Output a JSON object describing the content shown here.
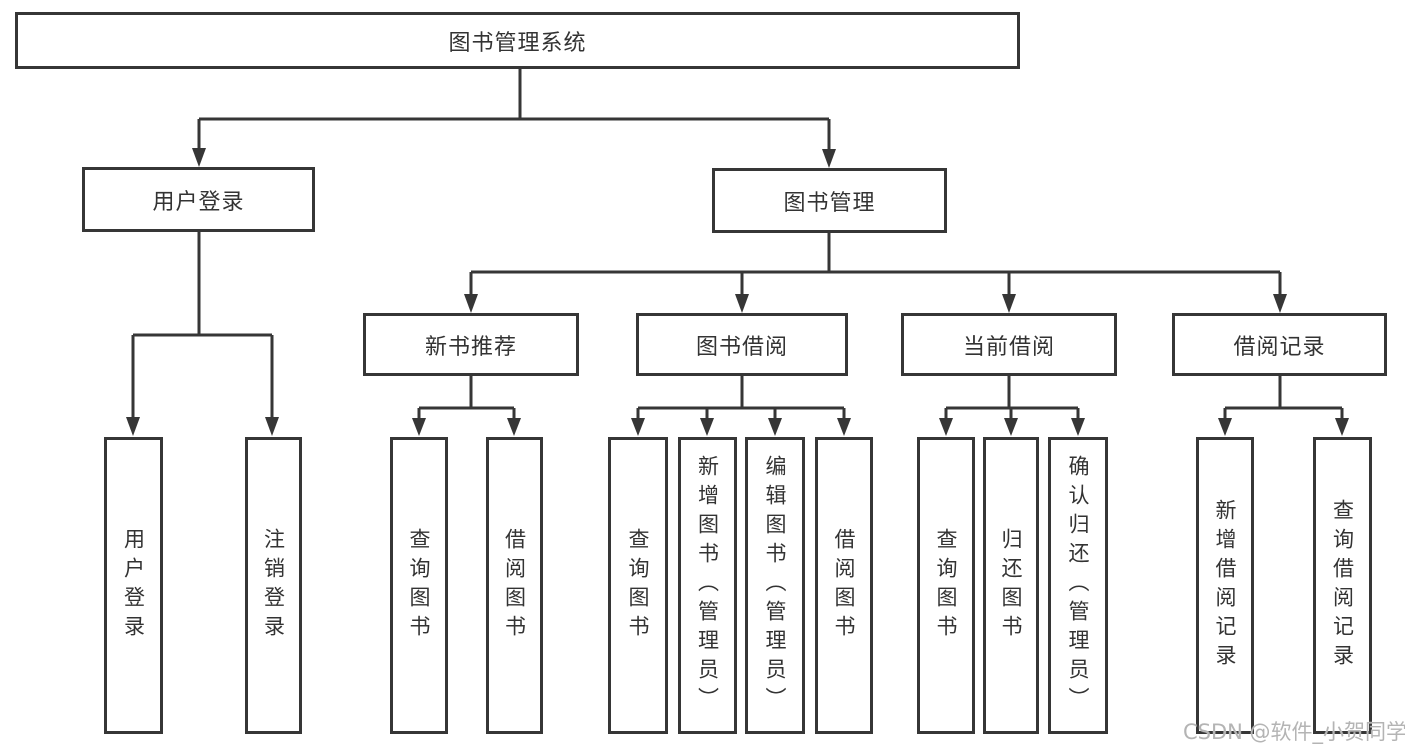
{
  "diagram": {
    "watermark": "CSDN @软件_小贺同学",
    "colors": {
      "line": "#363636",
      "text": "#333333",
      "background": "#ffffff",
      "watermark": "#b4b4b4"
    },
    "tree": {
      "label": "图书管理系统",
      "children": [
        {
          "label": "用户登录",
          "children": [
            {
              "label": "用户登录"
            },
            {
              "label": "注销登录"
            }
          ]
        },
        {
          "label": "图书管理",
          "children": [
            {
              "label": "新书推荐",
              "children": [
                {
                  "label": "查询图书"
                },
                {
                  "label": "借阅图书"
                }
              ]
            },
            {
              "label": "图书借阅",
              "children": [
                {
                  "label": "查询图书"
                },
                {
                  "label": "新增图书（管理员）"
                },
                {
                  "label": "编辑图书（管理员）"
                },
                {
                  "label": "借阅图书"
                }
              ]
            },
            {
              "label": "当前借阅",
              "children": [
                {
                  "label": "查询图书"
                },
                {
                  "label": "归还图书"
                },
                {
                  "label": "确认归还（管理员）"
                }
              ]
            },
            {
              "label": "借阅记录",
              "children": [
                {
                  "label": "新增借阅记录"
                },
                {
                  "label": "查询借阅记录"
                }
              ]
            }
          ]
        }
      ]
    }
  }
}
